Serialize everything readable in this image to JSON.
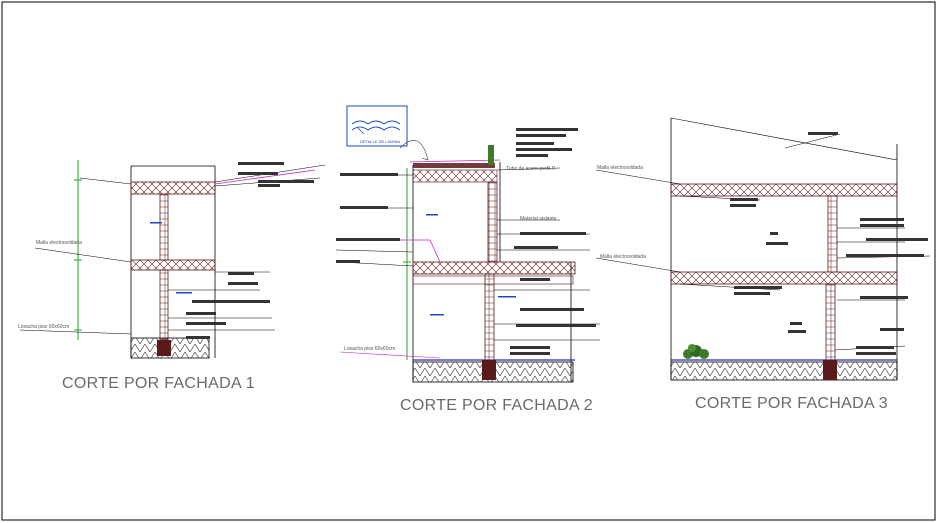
{
  "sections": [
    {
      "id": "s1",
      "title": "CORTE POR FACHADA 1",
      "notes": [
        "Malla electrosoldada",
        "Losacha piso 60x60cm"
      ]
    },
    {
      "id": "s2",
      "title": "CORTE POR FACHADA 2",
      "notes": [
        "Tubo de acero perfil R",
        "Material aislante",
        "Losacha piso 60x60cm"
      ]
    },
    {
      "id": "s3",
      "title": "CORTE POR FACHADA 3",
      "notes": [
        "Malla electrosoldada",
        "Malla electrosoldada"
      ]
    }
  ],
  "detail_label": "DETALLE DE LAMINA",
  "colors": {
    "frame": "#000000",
    "structure": "#5a1a1a",
    "dimension": "#22aa22",
    "accent": "#cc22cc",
    "annotation": "#2244cc",
    "ground": "#2a2ab0",
    "vegetation": "#3d7a2a"
  }
}
